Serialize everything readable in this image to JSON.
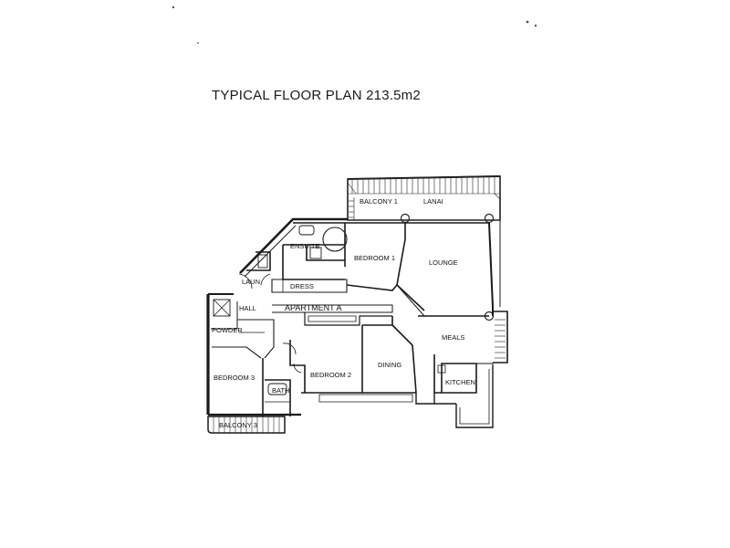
{
  "title": "TYPICAL FLOOR PLAN 213.5m2",
  "apartment_label": "APARTMENT A",
  "rooms": {
    "balcony1": "BALCONY 1",
    "lanai": "LANAI",
    "ensuite": "ENSUITE",
    "bedroom1": "BEDROOM 1",
    "lounge": "LOUNGE",
    "laun": "LAUN",
    "dress": "DRESS",
    "hall": "HALL",
    "powder": "POWDER",
    "meals": "MEALS",
    "bedroom3": "BEDROOM 3",
    "bedroom2": "BEDROOM 2",
    "dining": "DINING",
    "bath": "BATH",
    "kitchen": "KITCHEN",
    "balcony3": "BALCONY 3"
  }
}
